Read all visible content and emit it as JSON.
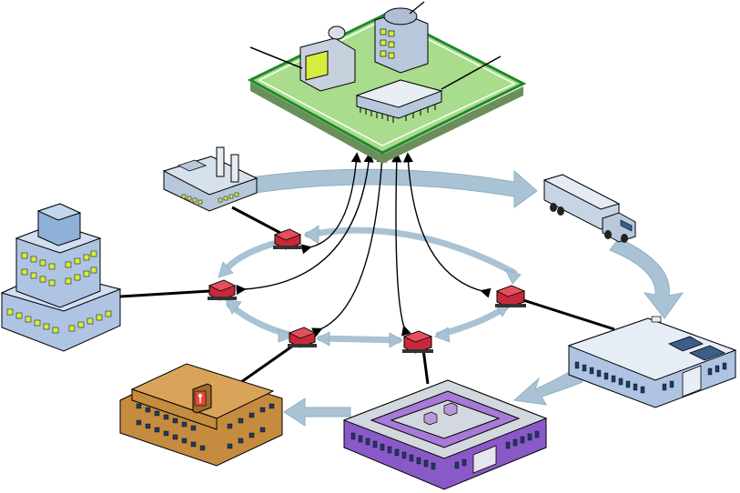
{
  "diagram": {
    "type": "supply-chain-network",
    "nodes": [
      {
        "id": "control-center",
        "kind": "circuit-board-datacenter",
        "icon": "control-center-icon"
      },
      {
        "id": "factory",
        "kind": "factory",
        "icon": "factory-icon"
      },
      {
        "id": "truck",
        "kind": "delivery-truck",
        "icon": "truck-icon"
      },
      {
        "id": "office-tower",
        "kind": "office-building",
        "icon": "office-tower-icon"
      },
      {
        "id": "warehouse",
        "kind": "warehouse",
        "icon": "warehouse-icon"
      },
      {
        "id": "distribution-center",
        "kind": "distribution-center",
        "icon": "distribution-center-icon"
      },
      {
        "id": "retail-store",
        "kind": "retail-store",
        "icon": "retail-store-icon"
      }
    ],
    "devices": [
      {
        "id": "rfid-factory",
        "attached_to": "factory"
      },
      {
        "id": "rfid-office",
        "attached_to": "office-tower"
      },
      {
        "id": "rfid-warehouse",
        "attached_to": "warehouse"
      },
      {
        "id": "rfid-distribution",
        "attached_to": "distribution-center"
      },
      {
        "id": "rfid-store",
        "attached_to": "retail-store"
      }
    ],
    "flow": [
      "factory",
      "truck",
      "warehouse",
      "distribution-center",
      "retail-store"
    ],
    "colors": {
      "board": "#a9dc8c",
      "board_border": "#1f8a2a",
      "flow_arrow": "#a9c3d4",
      "device": "#c8283a",
      "window": "#d6ec3e",
      "retail": "#c58b3f",
      "distribution": "#8a59c8",
      "building_blue": "#aec4e2"
    }
  }
}
